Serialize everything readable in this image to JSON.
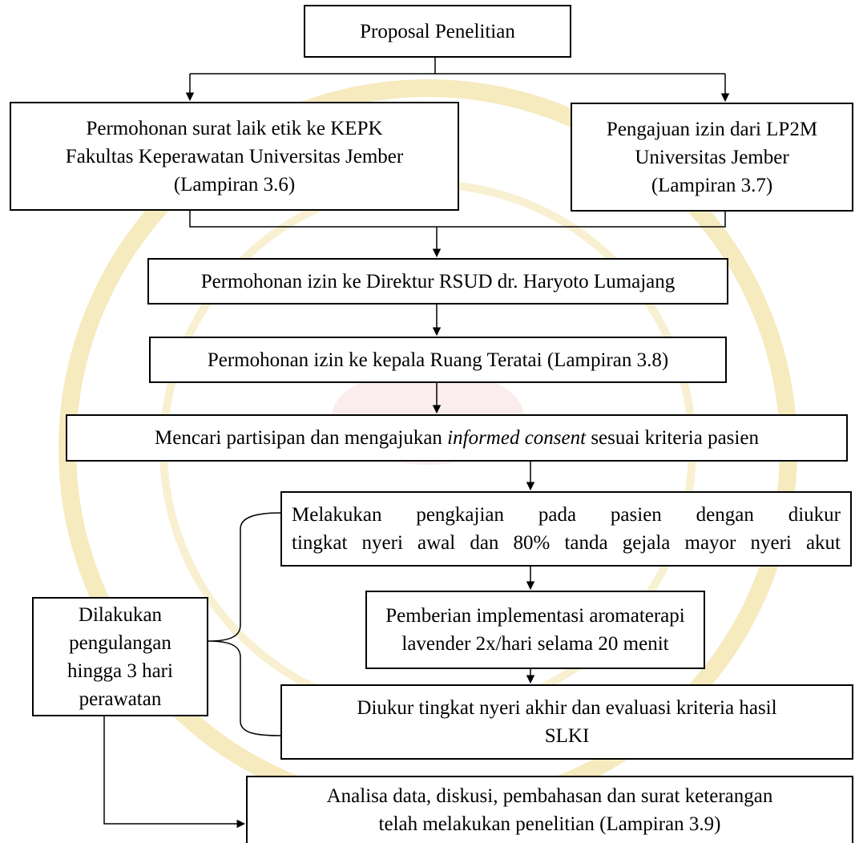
{
  "nodes": {
    "proposal": {
      "text": "Proposal Penelitian"
    },
    "kepk": {
      "line1": "Permohonan surat laik etik ke KEPK",
      "line2": "Fakultas Keperawatan Universitas Jember",
      "line3": "(Lampiran 3.6)"
    },
    "lp2m": {
      "line1": "Pengajuan izin dari LP2M",
      "line2": "Universitas Jember",
      "line3": "(Lampiran 3.7)"
    },
    "direktur": {
      "text": "Permohonan izin ke Direktur RSUD dr. Haryoto Lumajang"
    },
    "kepala": {
      "text": "Permohonan izin ke kepala Ruang Teratai (Lampiran 3.8)"
    },
    "partisipan": {
      "before": "Mencari partisipan dan mengajukan ",
      "italic": "informed consent",
      "after": " sesuai kriteria pasien"
    },
    "pengkajian": {
      "line1": "Melakukan pengkajian pada pasien dengan diukur",
      "line2": "tingkat nyeri awal dan 80% tanda gejala mayor nyeri akut"
    },
    "implementasi": {
      "line1": "Pemberian implementasi aromaterapi",
      "line2": "lavender 2x/hari selama 20 menit"
    },
    "diukur": {
      "line1": "Diukur tingkat nyeri akhir dan evaluasi kriteria hasil",
      "line2": "SLKI"
    },
    "pengulangan": {
      "line1": "Dilakukan",
      "line2": "pengulangan",
      "line3": "hingga 3 hari",
      "line4": "perawatan"
    },
    "analisa": {
      "line1": "Analisa data, diskusi, pembahasan dan surat keterangan",
      "line2": "telah melakukan penelitian (Lampiran 3.9)"
    }
  },
  "watermark": {
    "color": "#e8c547"
  }
}
